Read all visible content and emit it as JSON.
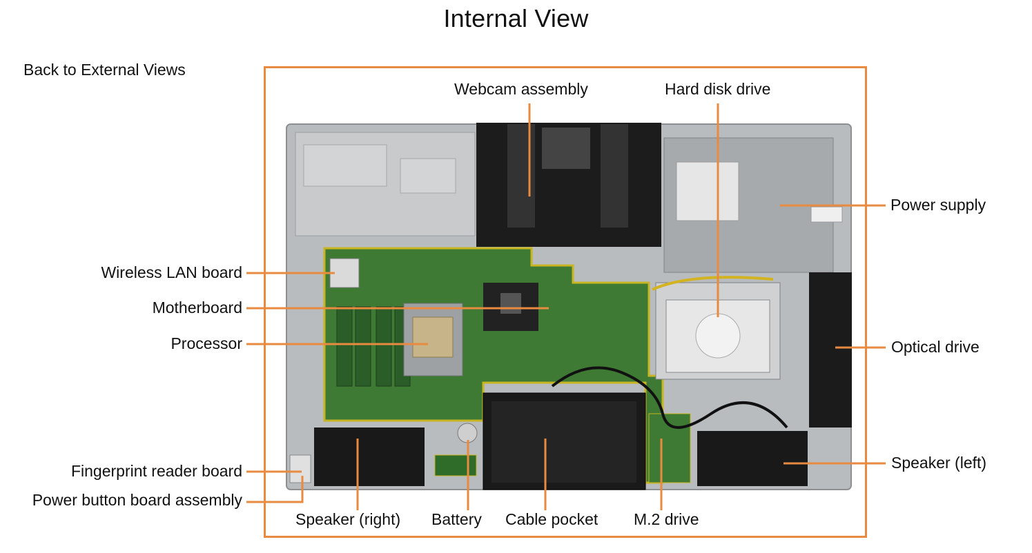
{
  "page": {
    "title": "Internal View",
    "back_link": "Back to External Views"
  },
  "colors": {
    "accent": "#e88a3f",
    "chassis": "#b9bcbe",
    "board": "#3e7a34",
    "black_part": "#1c1c1c"
  },
  "callouts": {
    "webcam": "Webcam assembly",
    "hdd": "Hard disk drive",
    "power_supply": "Power supply",
    "wlan": "Wireless LAN board",
    "motherboard": "Motherboard",
    "processor": "Processor",
    "optical": "Optical drive",
    "speaker_left": "Speaker (left)",
    "fingerprint": "Fingerprint reader board",
    "power_button": "Power button board assembly",
    "speaker_right": "Speaker (right)",
    "battery": "Battery",
    "cable_pocket": "Cable pocket",
    "m2": "M.2 drive"
  }
}
